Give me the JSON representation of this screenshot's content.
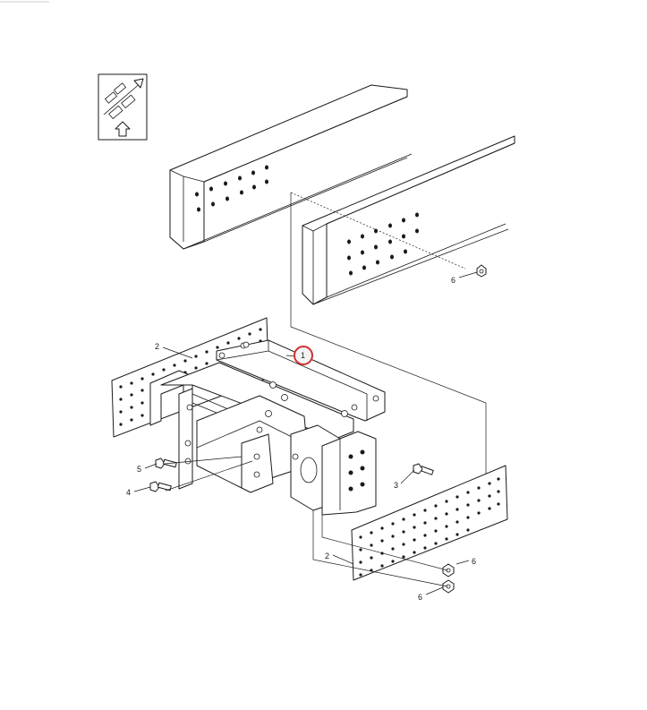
{
  "diagram": {
    "callouts": [
      {
        "id": "c1",
        "text": "1",
        "highlighted": true,
        "highlight_color": "#d32f2f"
      },
      {
        "id": "c2a",
        "text": "2"
      },
      {
        "id": "c2b",
        "text": "2"
      },
      {
        "id": "c3",
        "text": "3"
      },
      {
        "id": "c4",
        "text": "4"
      },
      {
        "id": "c5",
        "text": "5"
      },
      {
        "id": "c6a",
        "text": "6"
      },
      {
        "id": "c6b",
        "text": "6"
      },
      {
        "id": "c6c",
        "text": "6"
      }
    ],
    "icons": [
      "orientation-arrow-icon"
    ],
    "colors": {
      "line": "#1a1a1a",
      "highlight": "#d32f2f",
      "background": "#ffffff"
    }
  }
}
